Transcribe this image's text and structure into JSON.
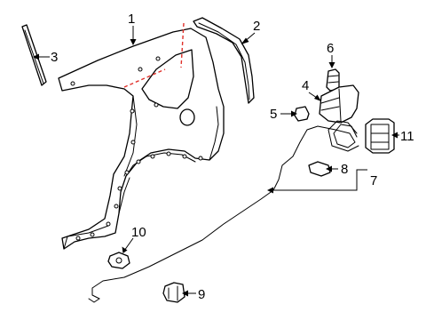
{
  "diagram": {
    "callouts": [
      {
        "id": "c1",
        "label": "1"
      },
      {
        "id": "c2",
        "label": "2"
      },
      {
        "id": "c3",
        "label": "3"
      },
      {
        "id": "c4",
        "label": "4"
      },
      {
        "id": "c5",
        "label": "5"
      },
      {
        "id": "c6",
        "label": "6"
      },
      {
        "id": "c7",
        "label": "7"
      },
      {
        "id": "c8",
        "label": "8"
      },
      {
        "id": "c9",
        "label": "9"
      },
      {
        "id": "c10",
        "label": "10"
      },
      {
        "id": "c11",
        "label": "11"
      }
    ],
    "colors": {
      "line": "#000000",
      "cut_line": "#e0302a",
      "background": "#ffffff"
    }
  }
}
